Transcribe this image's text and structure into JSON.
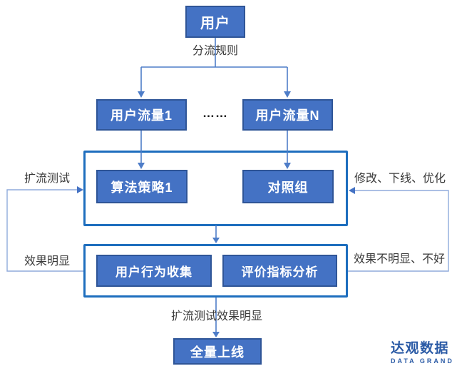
{
  "diagram": {
    "nodes": {
      "user": "用户",
      "flow1": "用户流量1",
      "flowN": "用户流量N",
      "flow_dots": "……",
      "strategy1": "算法策略1",
      "control_group": "对照组",
      "behavior_collect": "用户行为收集",
      "metric_analysis": "评价指标分析",
      "full_launch": "全量上线"
    },
    "edge_labels": {
      "split_rule": "分流规则",
      "expand_test": "扩流测试",
      "modify_offline_optimize": "修改、下线、优化",
      "effect_obvious": "效果明显",
      "effect_not_obvious": "效果不明显、不好",
      "expand_test_effect_obvious": "扩流测试效果明显"
    },
    "colors": {
      "node_fill": "#4472C4",
      "node_border": "#2F5597",
      "container_border": "#1E6EBE",
      "connector": "#4E7DC8",
      "loop_connector": "#8FAADC",
      "loop_arrowhead": "#4472C4",
      "label_text": "#3A3A3A"
    }
  },
  "logo": {
    "title": "达观数据",
    "subtitle": "DATA GRAND",
    "color": "#2B5BA6"
  }
}
